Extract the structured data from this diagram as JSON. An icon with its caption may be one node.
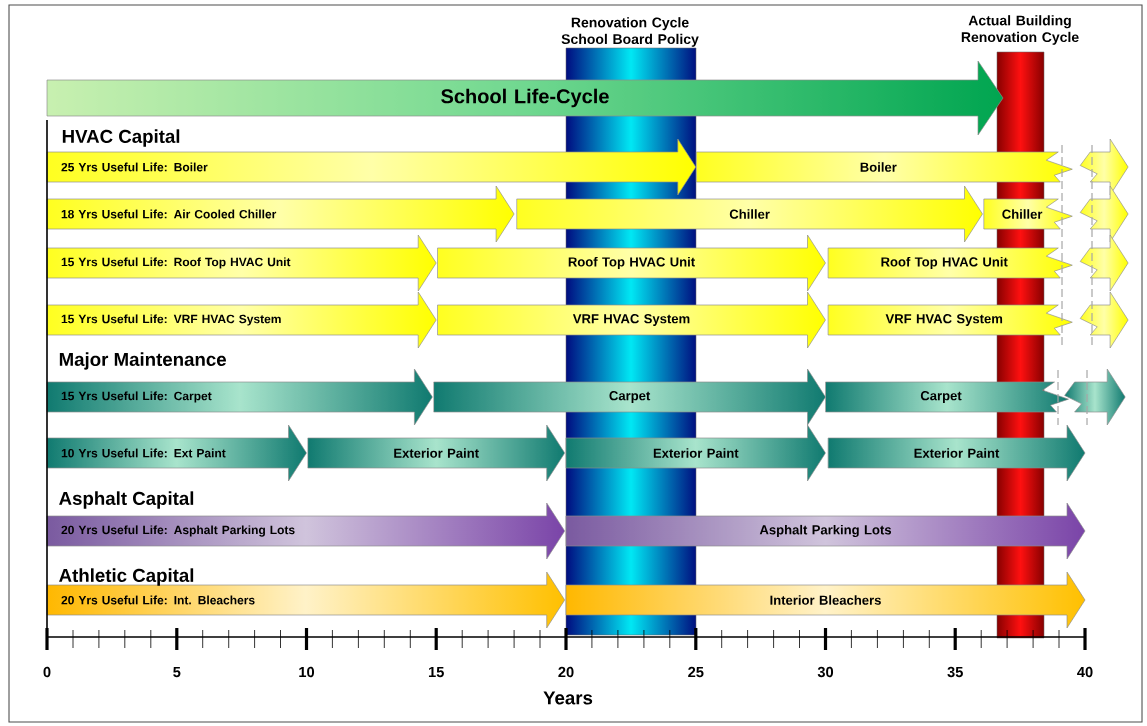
{
  "diagram": {
    "nodes": [
      {
        "text": [
          "Renovation Cycle School Board Policy"
        ]
      },
      {
        "text": [
          "Actual Building Renovation Cycle"
        ]
      },
      {
        "text": [
          "School Life-Cycle"
        ]
      },
      {
        "text": [
          "25 Yrs Useful Life: Boiler"
        ]
      },
      {
        "text": [
          "Boiler"
        ]
      },
      {
        "text": [],
        "shape": "arrow"
      },
      {
        "text": [
          "18 Yrs Useful Life: Air Cooled Chiller"
        ]
      },
      {
        "text": [
          "Chiller"
        ]
      },
      {
        "text": [
          "Chiller"
        ]
      },
      {
        "text": [],
        "shape": "arrow"
      },
      {
        "text": [
          "15 Yrs Useful Life: Roof Top HVAC Unit"
        ]
      },
      {
        "text": [
          "Roof Top HVAC Unit"
        ]
      },
      {
        "text": [
          "Roof Top HVAC Unit"
        ]
      },
      {
        "text": [],
        "shape": "arrow"
      },
      {
        "text": [
          "15 Yrs Useful Life: VRF HVAC System"
        ]
      },
      {
        "text": [
          "VRF HVAC System"
        ]
      },
      {
        "text": [
          "VRF HVAC System"
        ]
      },
      {
        "text": [],
        "shape": "arrow"
      },
      {
        "text": [
          "15 Yrs Useful Life: Carpet"
        ]
      },
      {
        "text": [
          "Carpet"
        ]
      },
      {
        "text": [
          "Carpet"
        ]
      },
      {
        "text": [],
        "shape": "arrow"
      },
      {
        "text": [
          "10 Yrs Useful Life: Ext Paint"
        ]
      },
      {
        "text": [
          "Exterior Paint"
        ]
      },
      {
        "text": [
          "Exterior Paint"
        ]
      },
      {
        "text": [
          "Exterior Paint"
        ]
      },
      {
        "text": [
          "20 Yrs Useful Life: Asphalt Parking Lots"
        ]
      },
      {
        "text": [
          "Asphalt Parking Lots"
        ]
      },
      {
        "text": [
          "20 Yrs Useful Life: Int. Bleachers"
        ]
      },
      {
        "text": [
          "Interior Bleachers"
        ]
      }
    ],
    "labels": [
      "HVAC Capital",
      "Major Maintenance",
      "Asphalt Capital",
      "Athletic Capital",
      "0",
      "5",
      "10",
      "15",
      "20",
      "25",
      "30",
      "35",
      "40",
      "Years"
    ]
  }
}
